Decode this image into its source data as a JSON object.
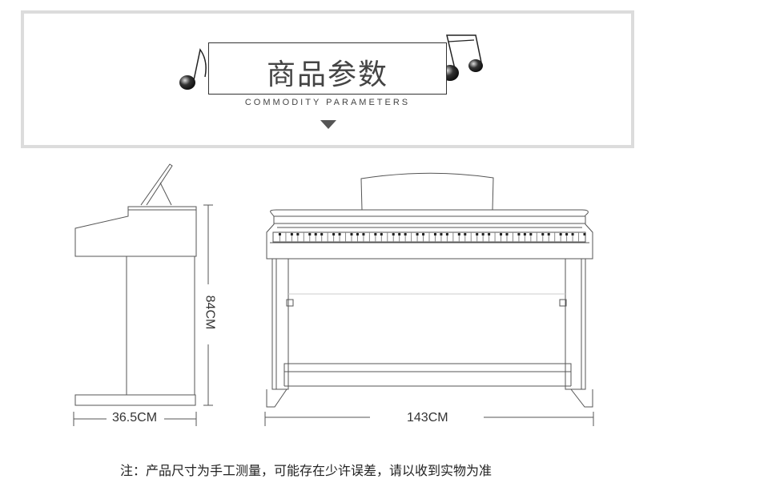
{
  "header": {
    "title": "商品参数",
    "subtitle": "COMMODITY PARAMETERS"
  },
  "dimensions": {
    "height": "84CM",
    "depth": "36.5CM",
    "width": "143CM"
  },
  "footnote": "注：产品尺寸为手工测量，可能存在少许误差，请以收到实物为准",
  "colors": {
    "frame": "#dcdcdc",
    "line": "#555555",
    "text": "#333333"
  }
}
